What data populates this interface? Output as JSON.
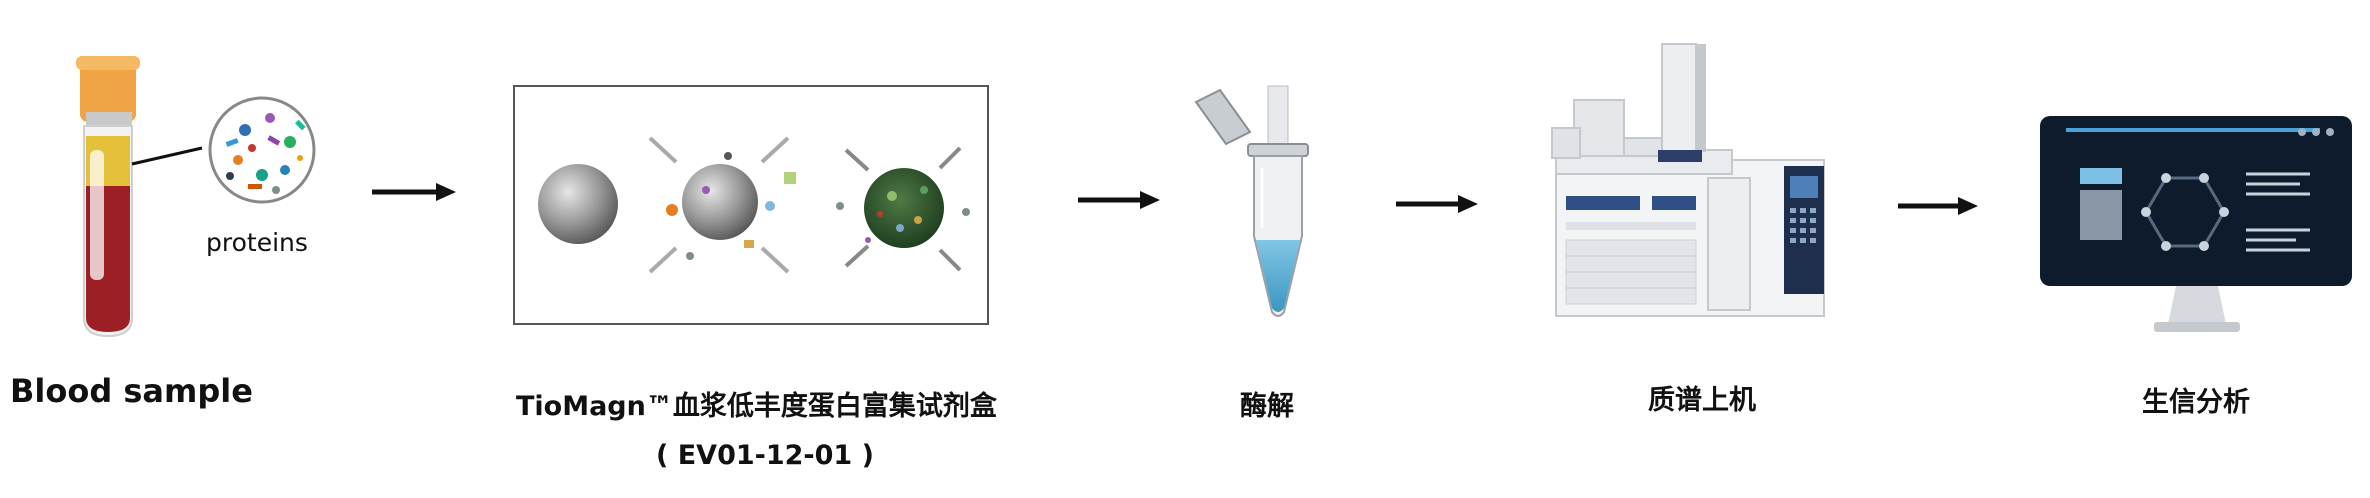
{
  "labels": {
    "blood_sample": "Blood sample",
    "proteins": "proteins",
    "kit_name": "TioMagn™血浆低丰度蛋白富集试剂盒",
    "kit_code": "( EV01-12-01 )",
    "digestion": "酶解",
    "ms_analysis": "质谱上机",
    "bioinformatics": "生信分析"
  },
  "icons": [
    "blood-tube-icon",
    "protein-mix-icon",
    "magnetic-bead-icon",
    "bead-binding-icon",
    "bead-enriched-icon",
    "centrifuge-tube-icon",
    "mass-spectrometer-icon",
    "monitor-analysis-icon",
    "arrow-right-icon"
  ],
  "colors": {
    "tube_cap": "#F0A446",
    "blood": "#9B1F24",
    "plasma": "#E5C03A",
    "arrow": "#111111",
    "monitor": "#0E1B2C",
    "liquid": "#5BB2D6"
  }
}
